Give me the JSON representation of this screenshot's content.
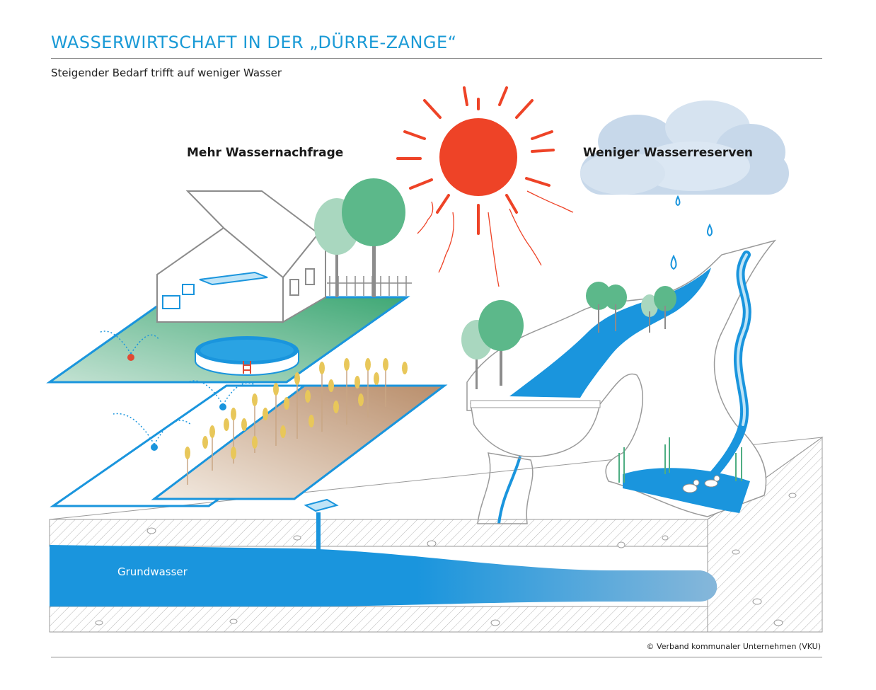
{
  "header": {
    "title": "WASSERWIRTSCHAFT IN DER „DÜRRE-ZANGE“",
    "subtitle": "Steigender Bedarf trifft auf weniger Wasser"
  },
  "labels": {
    "demand": "Mehr Wassernachfrage",
    "reserves": "Weniger Wasserreserven",
    "groundwater": "Grundwasser"
  },
  "footer": {
    "copyright": "© Verband kommunaler Unternehmen (VKU)"
  },
  "colors": {
    "title": "#1a9ad6",
    "water": "#1b8fd8",
    "sun": "#ee4327",
    "tree": "#5cb88a",
    "lawn": "#4fae83",
    "field": "#c9a684",
    "cloud": "#c7d8ea",
    "outline": "#8c8c8c"
  }
}
